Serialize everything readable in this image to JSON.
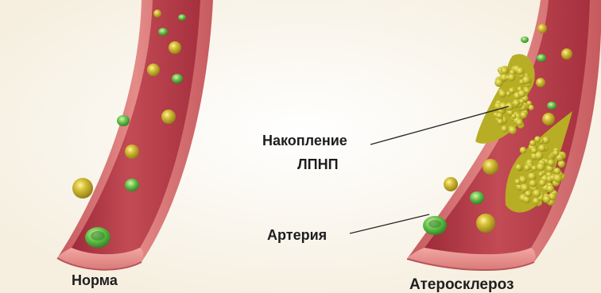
{
  "labels": {
    "normal": "Норма",
    "atherosclerosis": "Атеросклероз",
    "ldl_line1": "Накопление",
    "ldl_line2": "ЛПНП",
    "artery": "Артерия"
  },
  "colors": {
    "background": "#fbf7ee",
    "vessel_wall": "#d9706f",
    "vessel_lumen": "#b93a47",
    "plaque": "#c9c12e",
    "particle": "#c8b12b",
    "cell": "#4caa3a"
  },
  "icons": [
    "lipid-particle-icon",
    "blood-cell-icon"
  ]
}
